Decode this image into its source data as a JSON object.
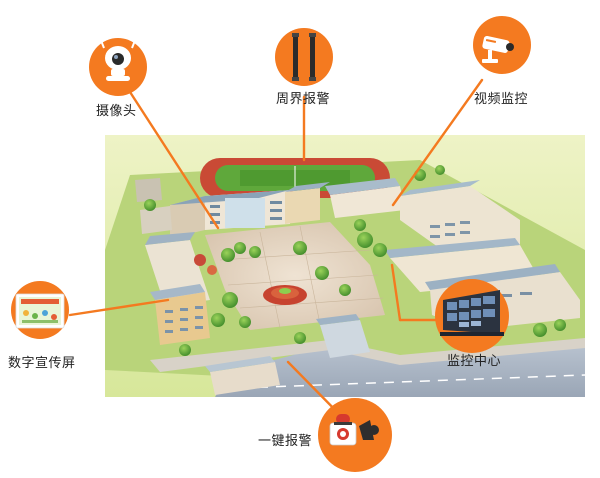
{
  "colors": {
    "accent": "#f47a20",
    "connector": "#f47a20",
    "label_text": "#222222",
    "background": "#ffffff"
  },
  "features": [
    {
      "id": "camera",
      "label": "摄像头",
      "icon": "camera-icon"
    },
    {
      "id": "perimeter-alarm",
      "label": "周界报警",
      "icon": "infrared-beam-icon"
    },
    {
      "id": "video-monitoring",
      "label": "视频监控",
      "icon": "cctv-camera-icon"
    },
    {
      "id": "digital-display",
      "label": "数字宣传屏",
      "icon": "display-screen-icon"
    },
    {
      "id": "monitoring-center",
      "label": "监控中心",
      "icon": "video-wall-icon"
    },
    {
      "id": "one-key-alarm",
      "label": "一键报警",
      "icon": "alarm-button-icon"
    }
  ]
}
